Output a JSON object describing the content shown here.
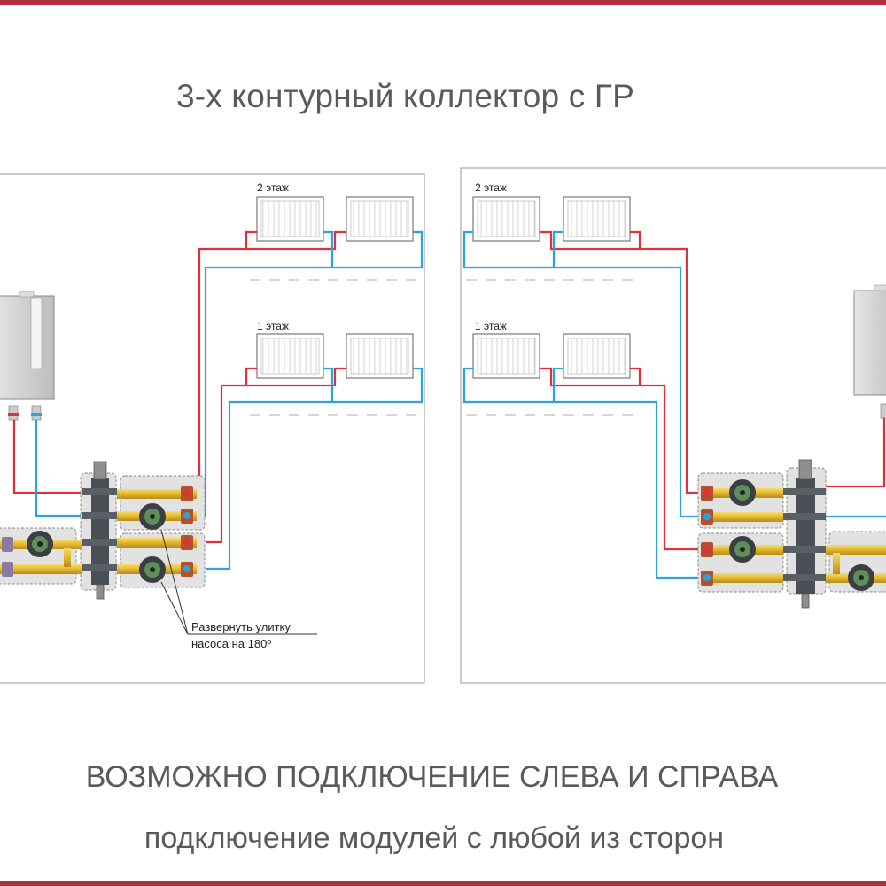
{
  "title": "3-х контурный коллектор с ГР",
  "panels": {
    "left": {
      "floor2_label": "2 этаж",
      "floor1_label": "1 этаж",
      "note_line1": "Развернуть улитку",
      "note_line2": "насоса на 180º"
    },
    "right": {
      "floor2_label": "2 этаж",
      "floor1_label": "1 этаж"
    }
  },
  "captions": {
    "line1": "ВОЗМОЖНО ПОДКЛЮЧЕНИЕ СЛЕВА И СПРАВА",
    "line2": "подключение модулей с любой из сторон"
  },
  "colors": {
    "accent_bar": "#b0303d",
    "supply_pipe": "#e0303a",
    "return_pipe": "#2aa5d6",
    "collector": "#4a4f55",
    "brass": "#e2b630"
  }
}
